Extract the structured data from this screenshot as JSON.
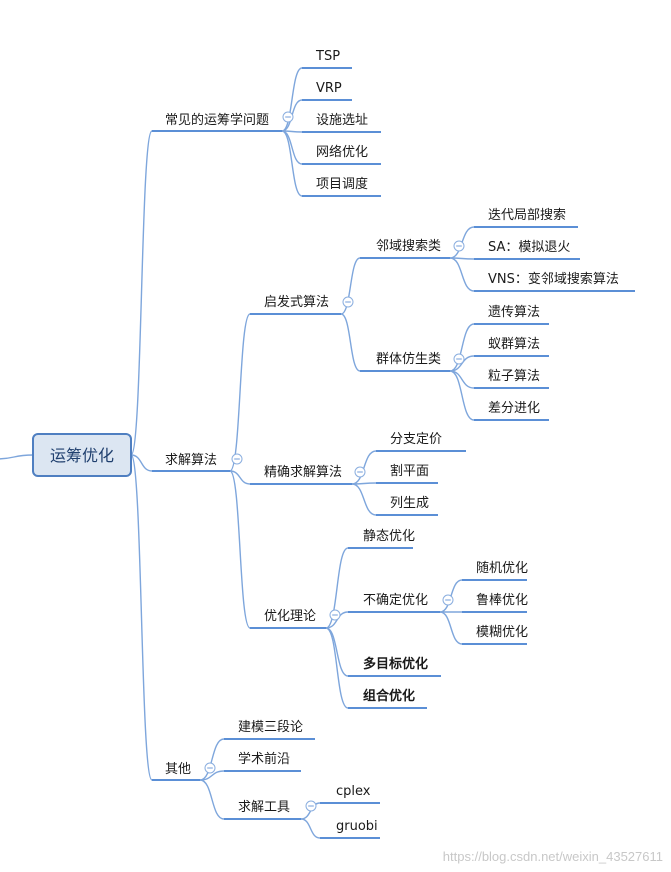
{
  "root": "运筹优化",
  "watermark": "https://blog.csdn.net/weixin_43527611",
  "branches": {
    "common": {
      "label": "常见的运筹学问题",
      "items": [
        "TSP",
        "VRP",
        "设施选址",
        "网络优化",
        "项目调度"
      ]
    },
    "solve": {
      "label": "求解算法",
      "heuristic": {
        "label": "启发式算法",
        "neighborhood": {
          "label": "邻域搜索类",
          "items": [
            "迭代局部搜索",
            "SA：模拟退火",
            "VNS：变邻域搜索算法"
          ]
        },
        "swarm": {
          "label": "群体仿生类",
          "items": [
            "遗传算法",
            "蚁群算法",
            "粒子算法",
            "差分进化"
          ]
        }
      },
      "exact": {
        "label": "精确求解算法",
        "items": [
          "分支定价",
          "割平面",
          "列生成"
        ]
      },
      "theory": {
        "label": "优化理论",
        "static": "静态优化",
        "uncertain": {
          "label": "不确定优化",
          "items": [
            "随机优化",
            "鲁棒优化",
            "模糊优化"
          ]
        },
        "multi": "多目标优化",
        "combo": "组合优化"
      }
    },
    "other": {
      "label": "其他",
      "modeling": "建模三段论",
      "frontier": "学术前沿",
      "tools": {
        "label": "求解工具",
        "items": [
          "cplex",
          "gruobi"
        ]
      }
    }
  }
}
